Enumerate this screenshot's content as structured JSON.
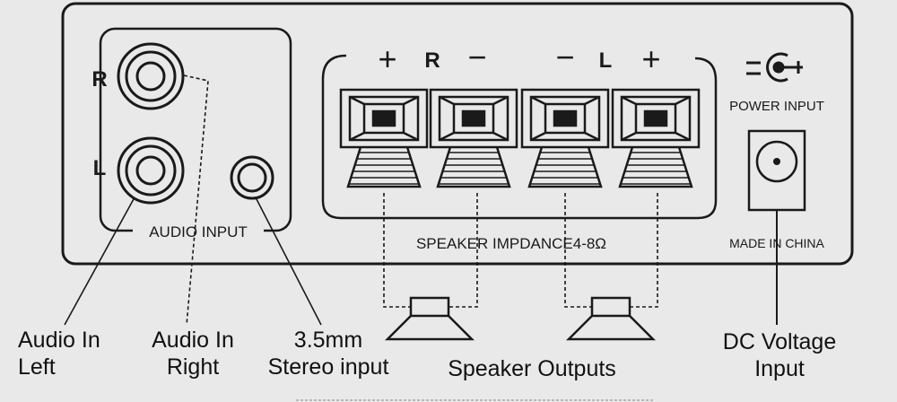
{
  "panel": {
    "channel_r": "R",
    "channel_l": "L",
    "audio_input_label": "AUDIO INPUT",
    "terminal_top": {
      "plus_r": "+",
      "r": "R",
      "minus_r": "−",
      "minus_l": "−",
      "l": "L",
      "plus_l": "+"
    },
    "speaker_impedance_label": "SPEAKER IMPDANCE4-8Ω",
    "power_input_label": "POWER INPUT",
    "made_in_label": "MADE IN CHINA"
  },
  "captions": {
    "audio_in_left": [
      "Audio In",
      "Left"
    ],
    "audio_in_right": [
      "Audio In",
      "Right"
    ],
    "stereo_input": [
      "3.5mm",
      "Stereo input"
    ],
    "speaker_outputs": "Speaker Outputs",
    "dc_voltage": [
      "DC Voltage",
      "Input"
    ]
  },
  "colors": {
    "ink": "#1a1a1a",
    "paper": "#e9e9e9"
  }
}
